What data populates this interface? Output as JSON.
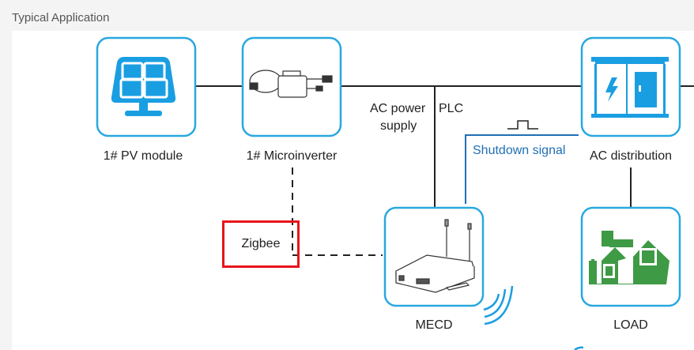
{
  "header": {
    "title": "Typical Application"
  },
  "diagram": {
    "nodes": {
      "pv": "1# PV module",
      "micro": "1# Microinverter",
      "acdist": "AC distribution",
      "mecd": "MECD",
      "load": "LOAD"
    },
    "edge_labels": {
      "ac_power_1": "AC power",
      "ac_power_2": "supply",
      "plc": "PLC",
      "shutdown": "Shutdown signal",
      "zigbee": "Zigbee"
    },
    "colors": {
      "box_border": "#29a8e0",
      "icon_blue": "#1a9ee2",
      "house_green": "#3f9a45",
      "signal_blue": "#1f6fb4",
      "highlight": "#e8141b"
    }
  }
}
